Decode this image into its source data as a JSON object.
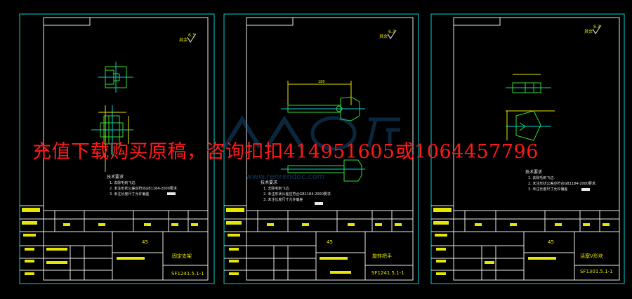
{
  "colors": {
    "frame": "#00d2d2",
    "border": "#e8e8e8",
    "label": "#e6e600",
    "part": "#33dd33",
    "watermark": "#ff1a1a"
  },
  "watermark": {
    "promo_text": "充值下载购买原稿，咨询扣扣414951605或1064457796",
    "logo_url_text": "www.renrendoc.com"
  },
  "sheets": [
    {
      "roughness": "其余",
      "scale_note": "6.3",
      "tech_notes": [
        "技术要求",
        "1. 去除毛刺飞边.",
        "2. 未注形状公差应符合GB1184-2000要求.",
        "3. 未注长度尺寸允许偏差"
      ],
      "material_code": "45",
      "part_name": "固定支架",
      "drawing_no": "SF1241.5.1-1"
    },
    {
      "roughness": "其余",
      "scale_note": "6.3",
      "dim_top": "180",
      "tech_notes": [
        "技术要求",
        "1. 去除毛刺飞边.",
        "2. 未注形状公差应符合GB1184-2000要求.",
        "3. 未注长度尺寸允许偏差"
      ],
      "material_code": "45",
      "part_name": "旋转把手",
      "drawing_no": "SF1241.5.1-1"
    },
    {
      "roughness": "其余",
      "scale_note": "6.3",
      "tech_notes": [
        "技术要求",
        "1. 去除毛刺飞边.",
        "2. 未注形状公差应符合GB1184-2000要求.",
        "3. 未注长度尺寸允许偏差"
      ],
      "material_code": "45",
      "part_name": "活塞V形块",
      "drawing_no": "SF1301.5.1-1"
    }
  ]
}
